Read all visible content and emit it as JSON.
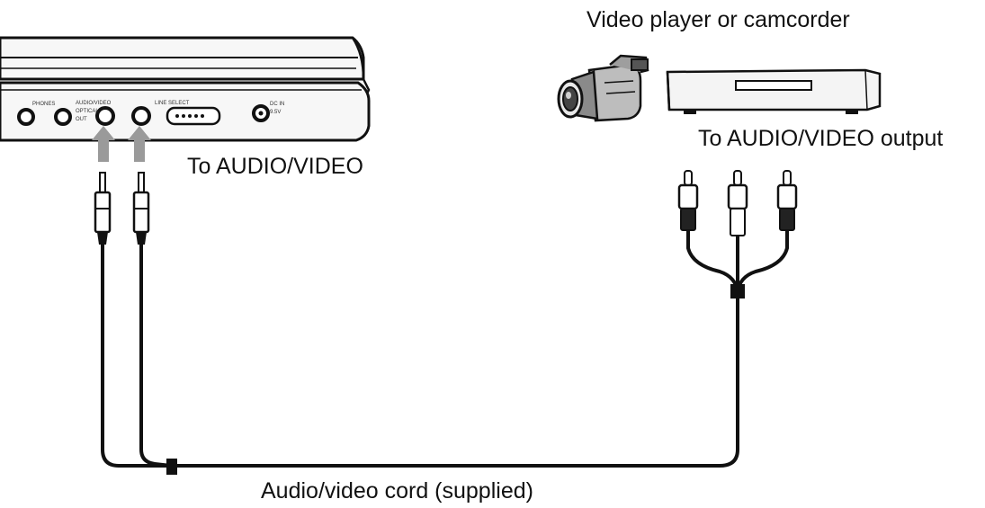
{
  "labels": {
    "source_device": "Video player or camcorder",
    "output_jack": "To AUDIO/VIDEO output",
    "input_jack": "To AUDIO/VIDEO",
    "cord": "Audio/video cord (supplied)"
  },
  "panel_marks": {
    "phones": "PHONES",
    "audio_video": "AUDIO/VIDEO",
    "in_out_1": "OPTICAL",
    "in_out_2": "OUT",
    "line_selector": "LINE SELECT",
    "dc_in": "DC IN",
    "dc_volt": "9.5V"
  },
  "colors": {
    "line": "#111111",
    "arrow": "#9a9a9a",
    "device_fill": "#f4f4f4"
  }
}
